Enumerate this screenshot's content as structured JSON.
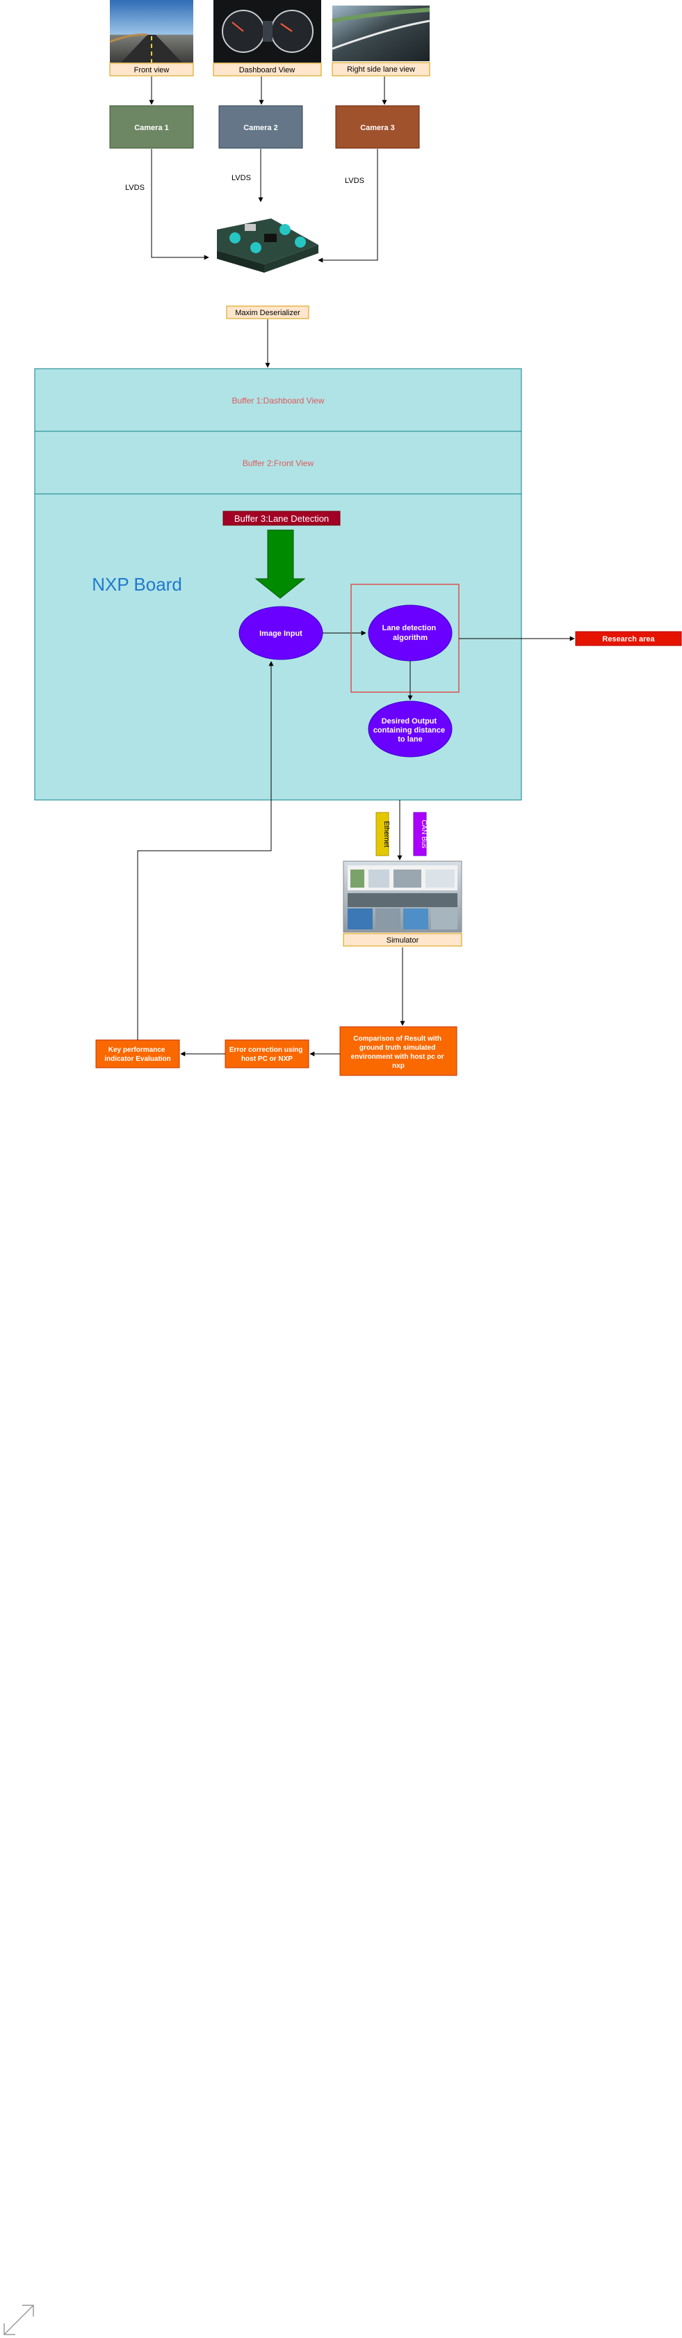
{
  "thumbnails": {
    "front": "Front view",
    "dashboard": "Dashboard View",
    "right": "Right side lane view"
  },
  "cameras": {
    "cam1": "Camera 1",
    "cam2": "Camera 2",
    "cam3": "Camera 3"
  },
  "links": {
    "lvds1": "LVDS",
    "lvds2": "LVDS",
    "lvds3": "LVDS",
    "ethernet": "Ethernet",
    "canbus": "CAN Bus"
  },
  "deserializer": "Maxim Deserializer",
  "board": {
    "title": "NXP Board",
    "buffer1": "Buffer 1:Dashboard View",
    "buffer2": "Buffer 2:Front View",
    "buffer3": "Buffer 3:Lane Detection"
  },
  "nodes": {
    "image_input": "Image Input",
    "lane_algo": [
      "Lane detection",
      "algorithm"
    ],
    "desired_output": [
      "Desired Output",
      "containing distance",
      "to lane"
    ],
    "research": "Research area",
    "simulator": "Simulator",
    "comparison": [
      "Comparison of Result with",
      "ground truth simulated",
      "environment with host pc or",
      "nxp"
    ],
    "error_correction": [
      "Error correction using",
      "host PC or NXP"
    ],
    "kpi": [
      "Key performance",
      "indicator Evaluation"
    ]
  },
  "colors": {
    "cam1": "#6d8764",
    "cam2": "#647687",
    "cam3": "#a0522d",
    "label_fill": "#ffe6cc",
    "label_stroke": "#d79b00",
    "board_fill": "#b0e3e6",
    "board_stroke": "#0e8088",
    "buffer_text": "#e05a5a",
    "title_blue": "#1f7acc",
    "ellipse": "#6a00ff",
    "orange": "#fa6800",
    "red": "#e51400",
    "ethernet": "#e3c800",
    "canbus": "#aa00ff",
    "buffer3_fill": "#a20025",
    "arrow_green": "#008a00"
  }
}
